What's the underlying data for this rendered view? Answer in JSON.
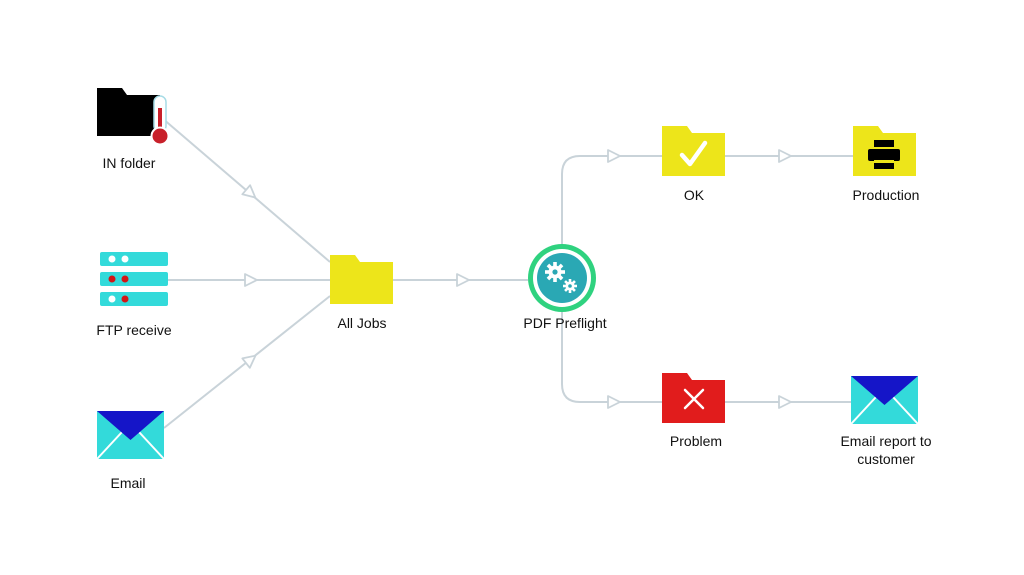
{
  "colors": {
    "connector": "#c9d3d9",
    "folder_yellow": "#ede51a",
    "folder_red": "#e11c1c",
    "folder_black": "#000000",
    "cyan": "#33dada",
    "navy": "#1515c8",
    "dot_red": "#d31616",
    "dot_white": "#ffffff",
    "green_ring": "#2fd27f",
    "teal_disc": "#2aa8b4",
    "thermometer": "#c8202a"
  },
  "nodes": {
    "in_folder": {
      "label": "IN folder",
      "icon": "folder-thermometer-icon"
    },
    "ftp_receive": {
      "label": "FTP receive",
      "icon": "server-icon"
    },
    "email": {
      "label": "Email",
      "icon": "envelope-icon"
    },
    "all_jobs": {
      "label": "All Jobs",
      "icon": "folder-icon"
    },
    "pdf_preflight": {
      "label": "PDF Preflight",
      "icon": "gears-icon"
    },
    "ok": {
      "label": "OK",
      "icon": "folder-check-icon"
    },
    "production": {
      "label": "Production",
      "icon": "folder-printer-icon"
    },
    "problem": {
      "label": "Problem",
      "icon": "folder-x-icon"
    },
    "email_report": {
      "label": "Email report to customer",
      "icon": "envelope-icon"
    }
  },
  "connections": [
    {
      "from": "in_folder",
      "to": "all_jobs"
    },
    {
      "from": "ftp_receive",
      "to": "all_jobs"
    },
    {
      "from": "email",
      "to": "all_jobs"
    },
    {
      "from": "all_jobs",
      "to": "pdf_preflight"
    },
    {
      "from": "pdf_preflight",
      "to": "ok"
    },
    {
      "from": "pdf_preflight",
      "to": "problem"
    },
    {
      "from": "ok",
      "to": "production"
    },
    {
      "from": "problem",
      "to": "email_report"
    }
  ]
}
